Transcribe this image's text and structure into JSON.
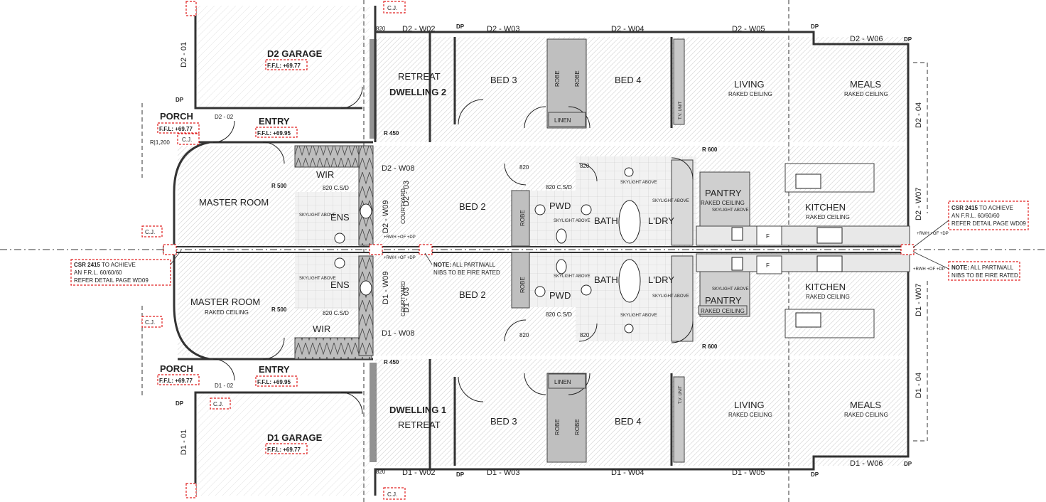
{
  "dwelling2": {
    "garage": "D2 GARAGE",
    "garage_ffl": "F.F.L: +69.77",
    "porch": "PORCH",
    "porch_ffl": "F.F.L: +69.77",
    "entry": "ENTRY",
    "entry_ffl": "F.F.L: +69.95",
    "retreat": "RETREAT",
    "dwelling": "DWELLING 2",
    "bed3": "BED 3",
    "bed4": "BED 4",
    "linen": "LINEN",
    "living": "LIVING",
    "meals": "MEALS",
    "raked": "RAKED CEILING",
    "tv": "T.V. UNIT",
    "wir": "WIR",
    "master": "MASTER ROOM",
    "ens": "ENS",
    "courtyard": "COURTYARD",
    "bed2": "BED 2",
    "pwd": "PWD",
    "bath": "BATH",
    "ldry": "L'DRY",
    "pantry": "PANTRY",
    "kitchen": "KITCHEN",
    "windows": [
      "D2 - W02",
      "D2 - W03",
      "D2 - W04",
      "D2 - W05",
      "D2 - W06",
      "D2 - W07",
      "D2 - W08",
      "D2 - W09",
      "D2 - 01",
      "D2 - 02",
      "D2 - 03",
      "D2 - 04"
    ]
  },
  "dwelling1": {
    "garage": "D1 GARAGE",
    "garage_ffl": "F.F.L: +69.77",
    "porch": "PORCH",
    "porch_ffl": "F.F.L: +69.77",
    "entry": "ENTRY",
    "entry_ffl": "F.F.L: +69.95",
    "retreat": "RETREAT",
    "dwelling": "DWELLING 1",
    "bed3": "BED 3",
    "bed4": "BED 4",
    "linen": "LINEN",
    "living": "LIVING",
    "meals": "MEALS",
    "raked": "RAKED CEILING",
    "tv": "T.V. UNIT",
    "wir": "WIR",
    "master": "MASTER ROOM",
    "ens": "ENS",
    "courtyard": "COURTYARD",
    "bed2": "BED 2",
    "pwd": "PWD",
    "bath": "BATH",
    "ldry": "L'DRY",
    "pantry": "PANTRY",
    "kitchen": "KITCHEN",
    "windows": [
      "D1 - W02",
      "D1 - W03",
      "D1 - W04",
      "D1 - W05",
      "D1 - W06",
      "D1 - W07",
      "D1 - W08",
      "D1 - W09",
      "D1 - 01",
      "D1 - 02",
      "D1 - 03",
      "D1 - 04"
    ]
  },
  "common": {
    "skylight": "SKYLIGHT ABOVE",
    "robe": "ROBE",
    "rwh": "+RWH +OF +DP",
    "dp": "DP",
    "cj": "C.J.",
    "s820": "820",
    "s820csd": "820 C.S/D",
    "r450": "R 450",
    "r500": "R 500",
    "r600": "R 600",
    "r1200": "R|1,200",
    "sf": "F"
  },
  "notes": {
    "csr_left": [
      "CSR 2415",
      "TO ACHIEVE",
      "AN F.R.L. 60/60/60",
      "REFER DETAIL PAGE WD09"
    ],
    "csr_right": [
      "CSR 2415",
      "TO ACHIEVE",
      "AN F.R.L. 60/60/60",
      "REFER DETAIL PAGE WD09"
    ],
    "partwall_left": [
      "NOTE:",
      "ALL PARTIWALL",
      "NIBS TO BE FIRE RATED"
    ],
    "partwall_right": [
      "NOTE:",
      "ALL PARTIWALL",
      "NIBS TO BE FIRE RATED"
    ]
  }
}
